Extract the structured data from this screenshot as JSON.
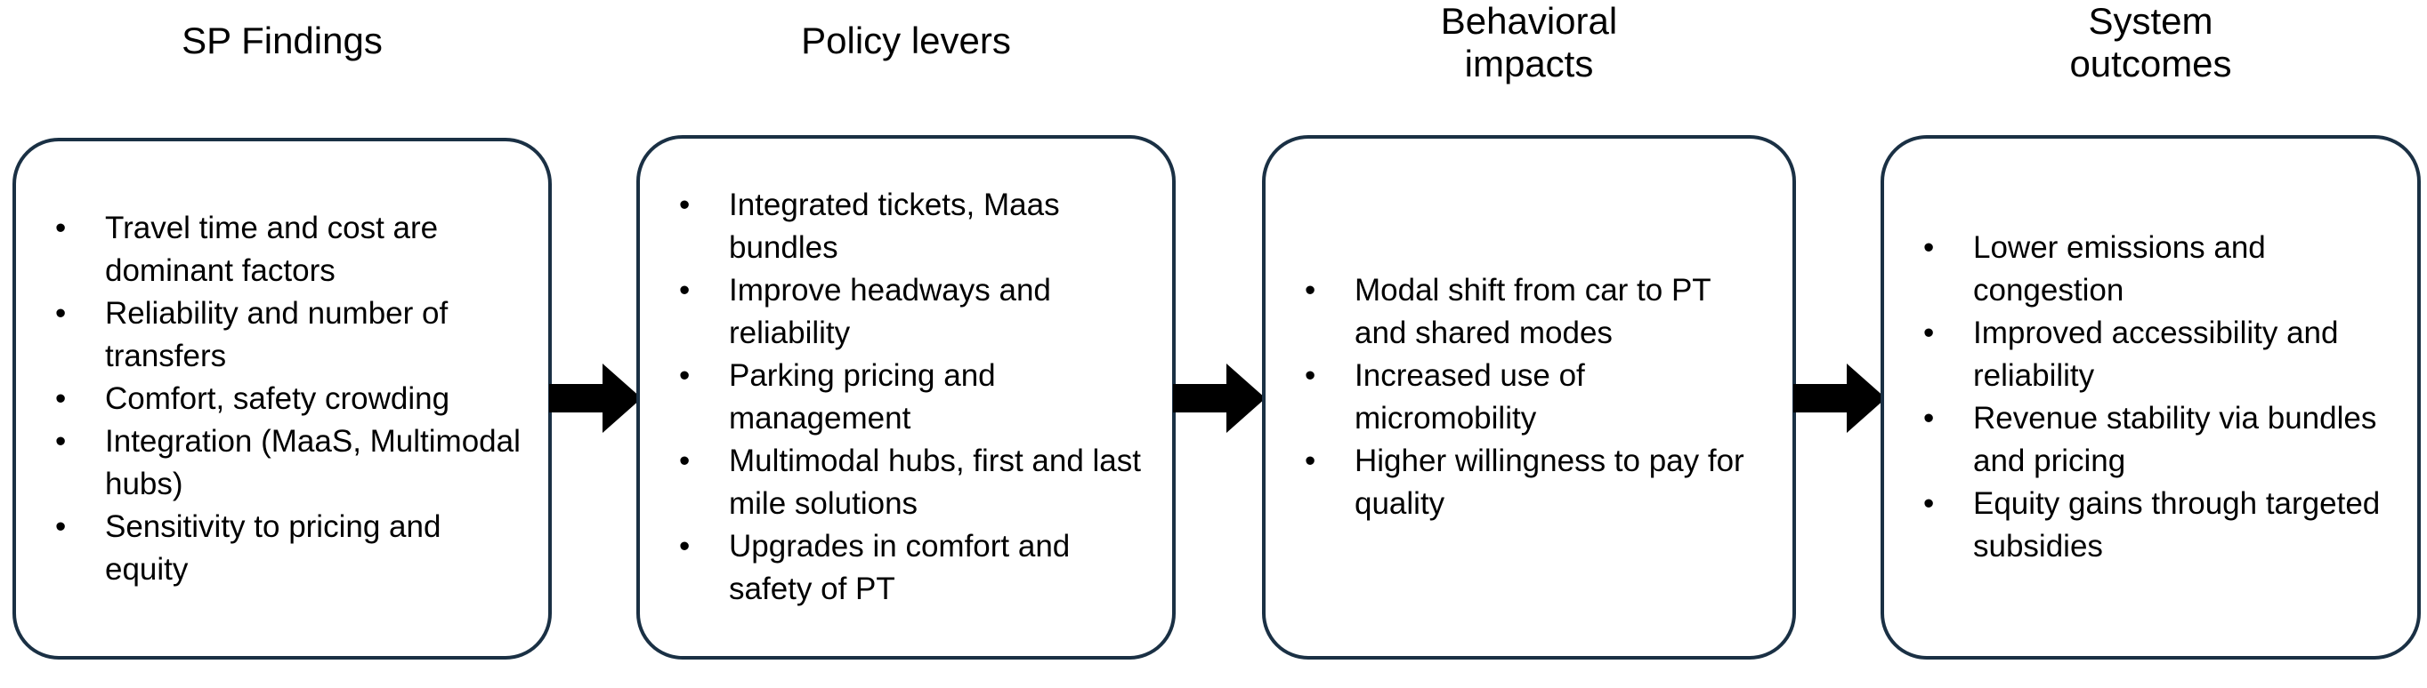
{
  "diagram": {
    "type": "flow-chart",
    "orientation": "left-to-right",
    "border_color": "#1a3044",
    "box_fill": "#ffffff",
    "arrow_color": "#000000",
    "text_color": "#000000",
    "stages": [
      {
        "id": "sp-findings",
        "title": "SP Findings",
        "bullet": "•",
        "items": [
          "Travel time and cost are dominant factors",
          "Reliability and number of transfers",
          "Comfort, safety crowding",
          "Integration (MaaS, Multimodal hubs)",
          "Sensitivity to pricing and equity"
        ]
      },
      {
        "id": "policy-levers",
        "title": "Policy levers",
        "bullet": "•",
        "items": [
          "Integrated tickets, Maas bundles",
          "Improve headways and reliability",
          "Parking pricing and management",
          "Multimodal hubs, first and last mile solutions",
          "Upgrades in comfort and safety of PT"
        ]
      },
      {
        "id": "behavioral-impacts",
        "title": "Behavioral\nimpacts",
        "bullet": "•",
        "items": [
          "Modal shift from car to PT and shared modes",
          "Increased use of micromobility",
          "Higher willingness to pay for quality"
        ]
      },
      {
        "id": "system-outcomes",
        "title": "System\noutcomes",
        "bullet": "•",
        "items": [
          "Lower emissions and congestion",
          "Improved accessibility and reliability",
          "Revenue stability via bundles and pricing",
          "Equity gains through targeted subsidies"
        ]
      }
    ],
    "connectors": [
      {
        "id": "arrow-1",
        "from": "sp-findings",
        "to": "policy-levers",
        "icon": "right-arrow-icon"
      },
      {
        "id": "arrow-2",
        "from": "policy-levers",
        "to": "behavioral-impacts",
        "icon": "right-arrow-icon"
      },
      {
        "id": "arrow-3",
        "from": "behavioral-impacts",
        "to": "system-outcomes",
        "icon": "right-arrow-icon"
      }
    ]
  }
}
